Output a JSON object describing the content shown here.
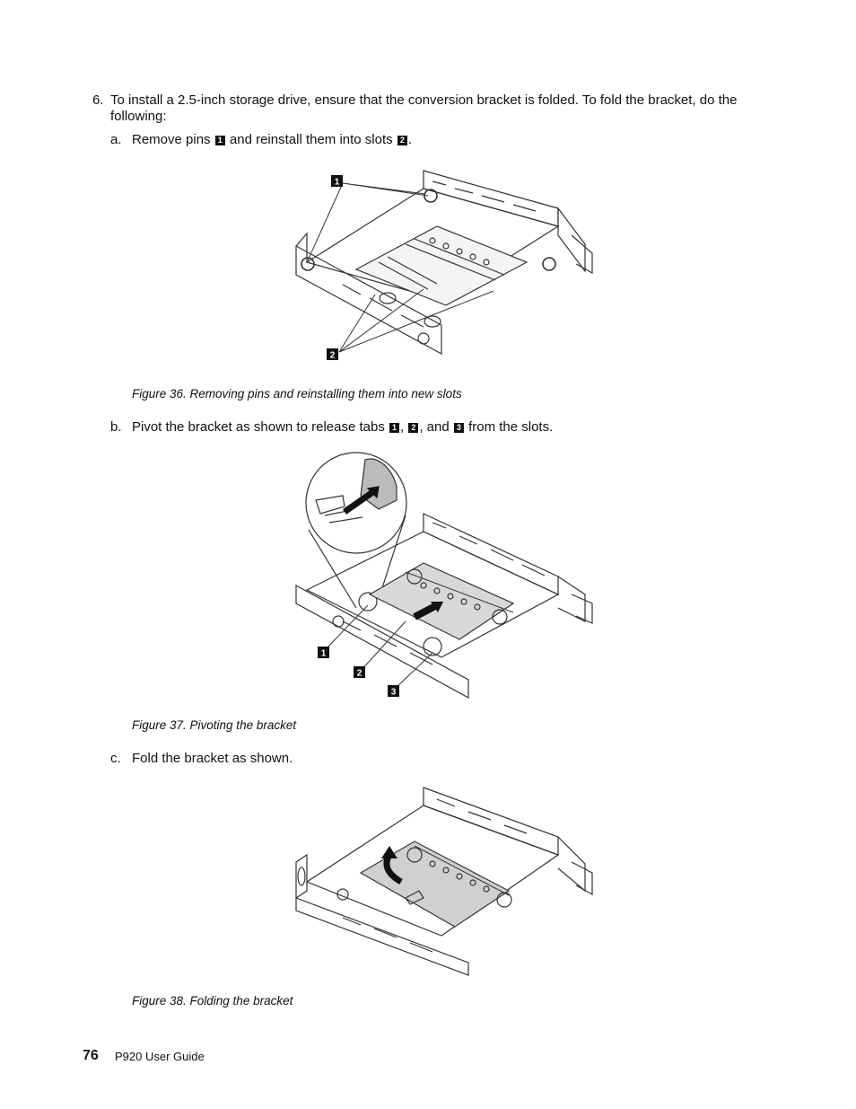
{
  "step": {
    "number": "6.",
    "text": "To install a 2.5-inch storage drive, ensure that the conversion bracket is folded. To fold the bracket, do the following:"
  },
  "substeps": [
    {
      "letter": "a.",
      "parts": [
        "Remove pins",
        "and reinstall them into slots",
        "."
      ],
      "badges": [
        "1",
        "2"
      ]
    },
    {
      "letter": "b.",
      "parts": [
        "Pivot the bracket as shown to release tabs",
        ",",
        ", and",
        "from the slots."
      ],
      "badges": [
        "1",
        "2",
        "3"
      ]
    },
    {
      "letter": "c.",
      "text": "Fold the bracket as shown."
    }
  ],
  "figures": [
    {
      "caption": "Figure 36. Removing pins and reinstalling them into new slots",
      "callouts": [
        "1",
        "2"
      ]
    },
    {
      "caption": "Figure 37. Pivoting the bracket",
      "callouts": [
        "1",
        "2",
        "3"
      ]
    },
    {
      "caption": "Figure 38. Folding the bracket"
    }
  ],
  "footer": {
    "page_number": "76",
    "doc_title": "P920 User Guide"
  }
}
